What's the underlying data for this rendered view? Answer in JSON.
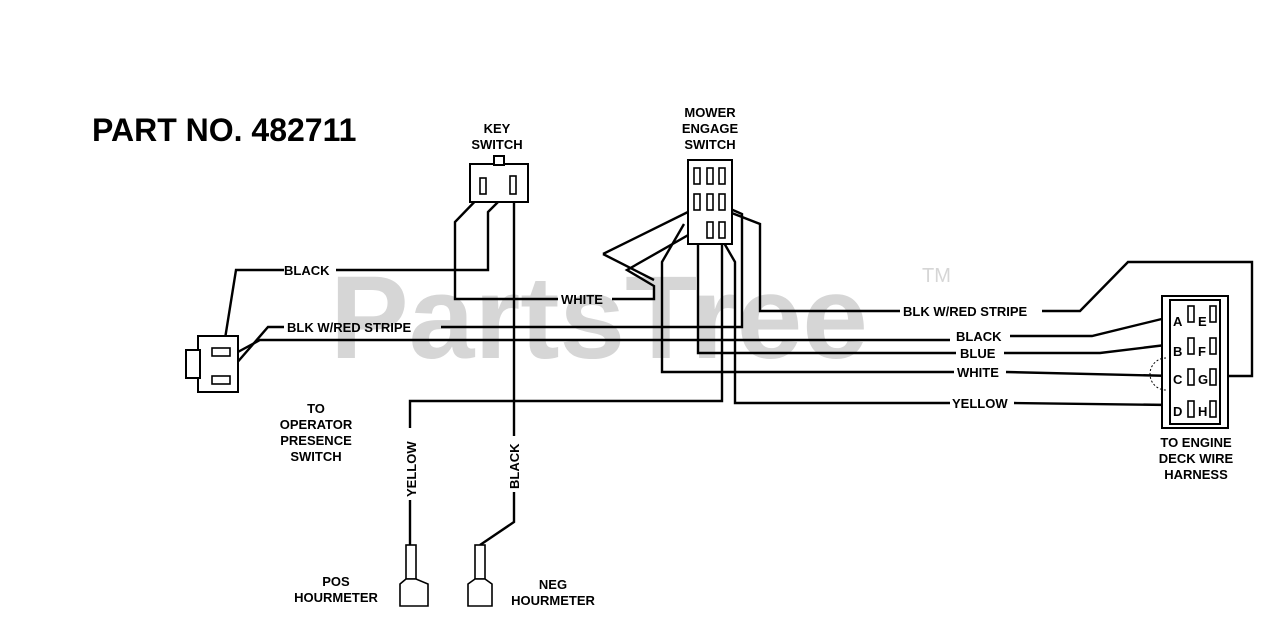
{
  "title": "PART NO. 482711",
  "watermark": {
    "text": "PartsTree",
    "tm": "TM"
  },
  "components": {
    "key_switch": [
      "KEY",
      "SWITCH"
    ],
    "mower_engage_switch": [
      "MOWER",
      "ENGAGE",
      "SWITCH"
    ],
    "operator_presence_switch": [
      "TO",
      "OPERATOR",
      "PRESENCE",
      "SWITCH"
    ],
    "engine_deck_harness": [
      "TO ENGINE",
      "DECK WIRE",
      "HARNESS"
    ],
    "pos_hourmeter": [
      "POS",
      "HOURMETER"
    ],
    "neg_hourmeter": [
      "NEG",
      "HOURMETER"
    ]
  },
  "wire_labels": {
    "black_left": "BLACK",
    "blk_red_left": "BLK W/RED STRIPE",
    "white_mid": "WHITE",
    "blk_red_right": "BLK W/RED STRIPE",
    "black_right": "BLACK",
    "blue_right": "BLUE",
    "white_right": "WHITE",
    "yellow_right": "YELLOW",
    "yellow_vertical": "YELLOW",
    "black_vertical": "BLACK"
  },
  "harness_pins": {
    "A": "A",
    "B": "B",
    "C": "C",
    "D": "D",
    "E": "E",
    "F": "F",
    "G": "G",
    "H": "H"
  }
}
